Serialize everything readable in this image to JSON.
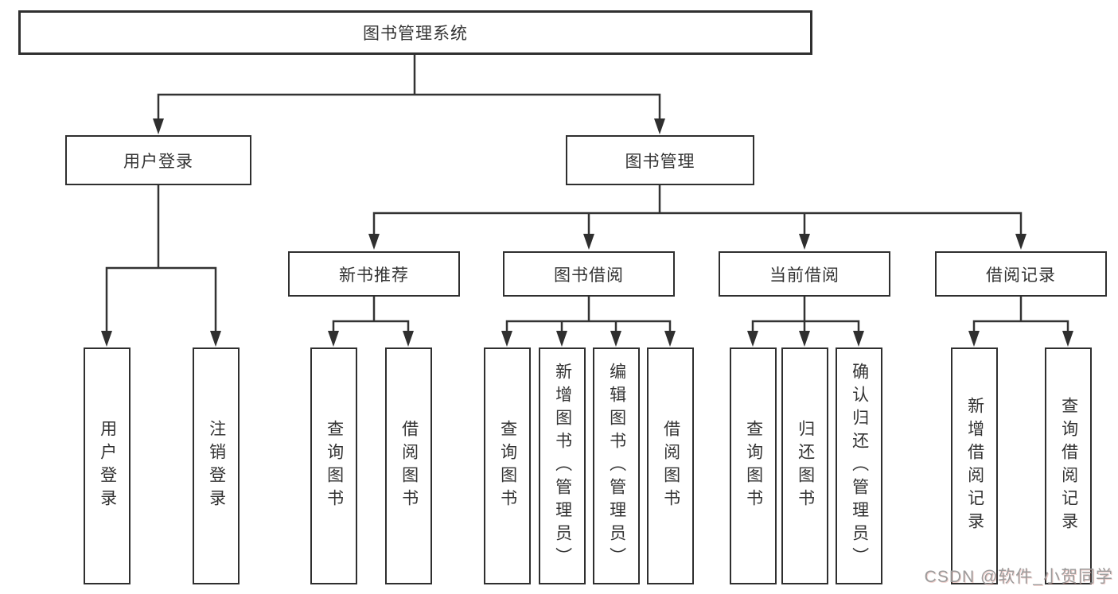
{
  "diagram": {
    "title": "图书管理系统",
    "line_color": "#333333",
    "border_color": "#2f2f2f",
    "text_color": "#333333",
    "branches": {
      "user_login": {
        "label": "用户登录",
        "children": [
          "用户登录",
          "注销登录"
        ]
      },
      "book_mgmt": {
        "label": "图书管理"
      }
    },
    "modules": [
      {
        "label": "新书推荐",
        "children": [
          "查询图书",
          "借阅图书"
        ]
      },
      {
        "label": "图书借阅",
        "children": [
          "查询图书",
          "新增图书（管理员）",
          "编辑图书（管理员）",
          "借阅图书"
        ]
      },
      {
        "label": "当前借阅",
        "children": [
          "查询图书",
          "归还图书",
          "确认归还（管理员）"
        ]
      },
      {
        "label": "借阅记录",
        "children": [
          "新增借阅记录",
          "查询借阅记录"
        ]
      }
    ]
  },
  "watermark": {
    "text": "CSDN @软件_小贺同学",
    "color": "#9b9b9b"
  }
}
